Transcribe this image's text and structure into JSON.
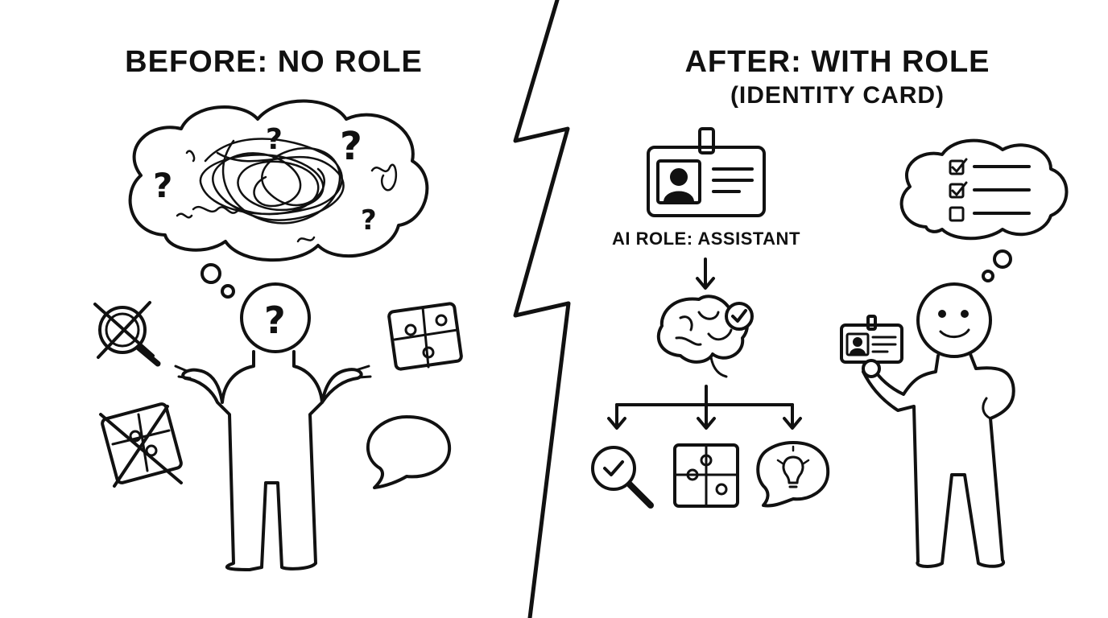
{
  "before": {
    "title": "BEFORE: NO ROLE",
    "icons": [
      "question-mark-icon",
      "scribble-icon",
      "crossed-magnifier-icon",
      "crossed-puzzle-icon",
      "puzzle-icon",
      "speech-bubble-icon"
    ]
  },
  "after": {
    "title": "AFTER: WITH ROLE",
    "subtitle": "(IDENTITY CARD)",
    "role_label": "AI ROLE: ASSISTANT",
    "icons": [
      "id-card-icon",
      "brain-check-icon",
      "magnifier-check-icon",
      "puzzle-icon",
      "lightbulb-speech-icon",
      "checklist-icon"
    ]
  },
  "colors": {
    "ink": "#111111",
    "background": "#ffffff"
  }
}
